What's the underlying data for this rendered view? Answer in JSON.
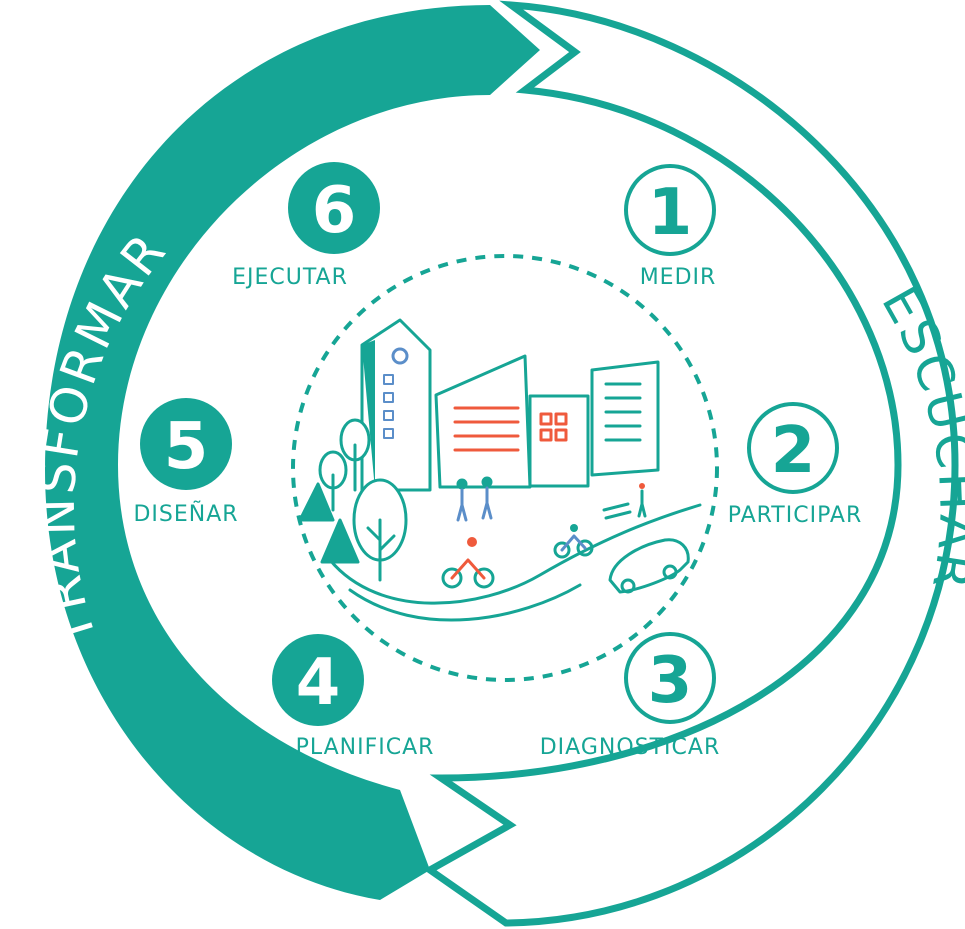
{
  "colors": {
    "teal": "#16a595",
    "orange": "#ef5a3c",
    "blue": "#5b8ec9",
    "white": "#ffffff"
  },
  "arcs": {
    "left": "TRANSFORMAR",
    "right": "ESCUCHAR"
  },
  "steps": [
    {
      "number": "1",
      "label": "MEDIR",
      "style": "outline"
    },
    {
      "number": "2",
      "label": "PARTICIPAR",
      "style": "outline"
    },
    {
      "number": "3",
      "label": "DIAGNOSTICAR",
      "style": "outline"
    },
    {
      "number": "4",
      "label": "PLANIFICAR",
      "style": "filled"
    },
    {
      "number": "5",
      "label": "DISEÑAR",
      "style": "filled"
    },
    {
      "number": "6",
      "label": "EJECUTAR",
      "style": "filled"
    }
  ],
  "illustration": {
    "icons": [
      "building-icon",
      "tree-icon",
      "pedestrian-icon",
      "cyclist-icon",
      "bench-icon",
      "car-icon"
    ]
  }
}
